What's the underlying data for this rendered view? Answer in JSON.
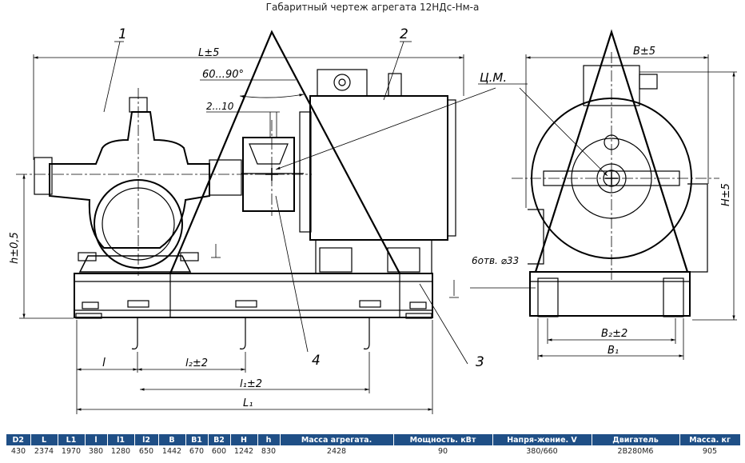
{
  "title": "Габаритный чертеж агрегата 12НДс-Нм-а",
  "drawing": {
    "dim_L": "L±5",
    "dim_angle": "60...90°",
    "dim_gap": "2...10",
    "dim_h": "h±0,5",
    "dim_H": "H±5",
    "dim_B": "B±5",
    "dim_B1": "B₁",
    "dim_B2": "B₂±2",
    "dim_l": "l",
    "dim_l1": "l₁±2",
    "dim_l2": "l₂±2",
    "dim_L1": "L₁",
    "holes": "6отв. ⌀33",
    "cm": "Ц.М.",
    "callout_1": "1",
    "callout_2": "2",
    "callout_3": "3",
    "callout_4": "4"
  },
  "table": {
    "headers": [
      "D2",
      "L",
      "L1",
      "l",
      "l1",
      "l2",
      "B",
      "B1",
      "B2",
      "H",
      "h",
      "Масса агрегата.",
      "Мощность. кВт",
      "Напря-жение. V",
      "Двигатель",
      "Масса. кг"
    ],
    "rows": [
      [
        "430",
        "2374",
        "1970",
        "380",
        "1280",
        "650",
        "1442",
        "670",
        "600",
        "1242",
        "830",
        "2428",
        "90",
        "380/660",
        "2В280М6",
        "905"
      ]
    ]
  }
}
